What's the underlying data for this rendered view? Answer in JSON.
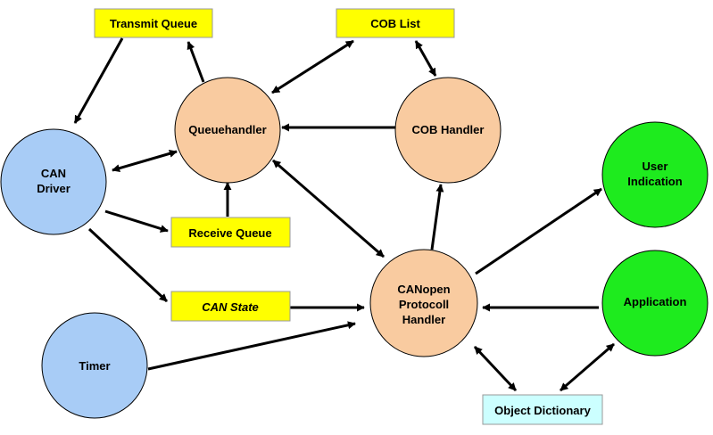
{
  "diagram": {
    "nodes": {
      "can_driver": {
        "lines": [
          "CAN",
          "Driver"
        ],
        "color": "#a8ccf6"
      },
      "queuehandler": {
        "lines": [
          "Queuehandler"
        ],
        "color": "#f9cba0"
      },
      "cob_handler": {
        "lines": [
          "COB Handler"
        ],
        "color": "#f9cba0"
      },
      "canopen_handler": {
        "lines": [
          "CANopen",
          "Protocoll",
          "Handler"
        ],
        "color": "#f9cba0"
      },
      "user_indication": {
        "lines": [
          "User",
          "Indication"
        ],
        "color": "#1eeb1e"
      },
      "application": {
        "lines": [
          "Application"
        ],
        "color": "#1eeb1e"
      },
      "timer": {
        "lines": [
          "Timer"
        ],
        "color": "#a8ccf6"
      }
    },
    "boxes": {
      "transmit_queue": {
        "label": "Transmit Queue",
        "color": "#ffff00"
      },
      "cob_list": {
        "label": "COB List",
        "color": "#ffff00"
      },
      "receive_queue": {
        "label": "Receive Queue",
        "color": "#ffff00"
      },
      "can_state": {
        "label": "CAN State",
        "color": "#ffff00"
      },
      "object_dictionary": {
        "label": "Object Dictionary",
        "color": "#ccffff"
      }
    }
  }
}
